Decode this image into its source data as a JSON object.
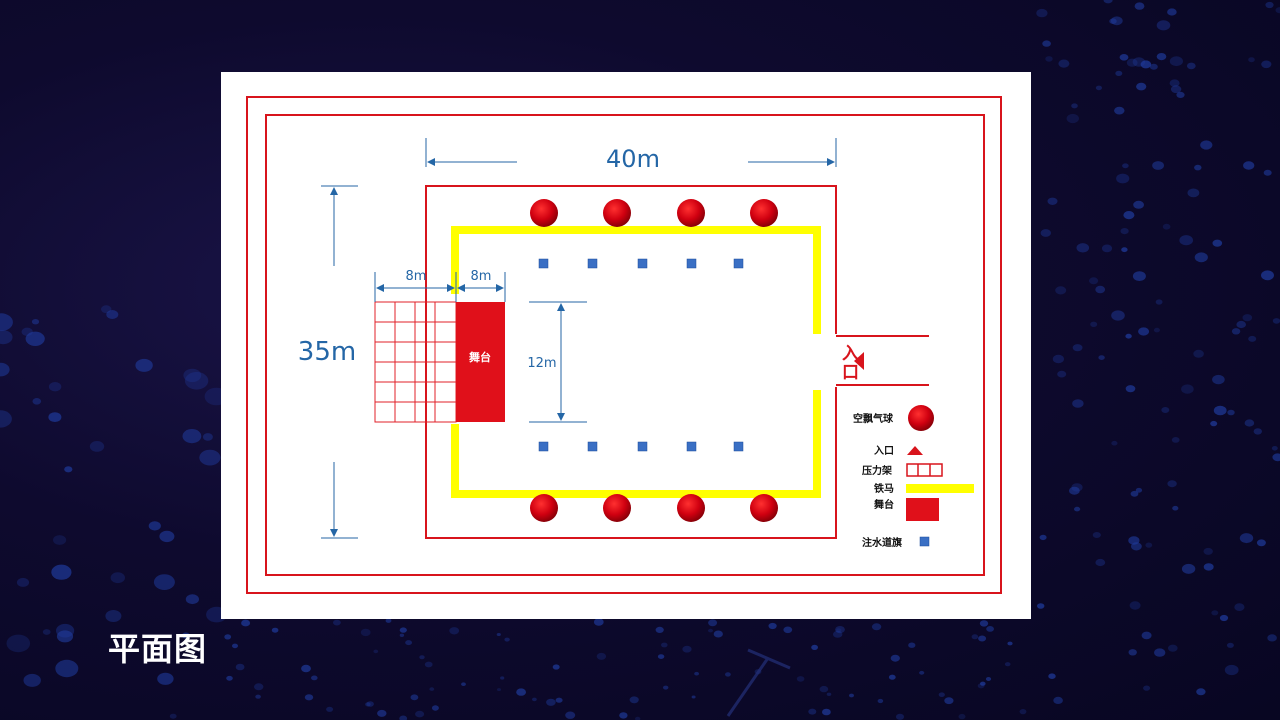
{
  "slide": {
    "title": "平面图"
  },
  "plan": {
    "dimensions": {
      "width": "40m",
      "height": "35m",
      "rack_width": "8m",
      "stage_width": "8m",
      "inner_gap": "12m"
    },
    "stage_label": "舞台",
    "entrance_label": "入口",
    "legend": [
      {
        "label": "空飘气球",
        "icon": "balloon-icon"
      },
      {
        "label": "入口",
        "icon": "entrance-triangle-icon"
      },
      {
        "label": "压力架",
        "icon": "pressure-rack-icon"
      },
      {
        "label": "铁马",
        "icon": "iron-barrier-icon"
      },
      {
        "label": "舞台",
        "icon": "stage-icon"
      },
      {
        "label": "注水道旗",
        "icon": "water-flag-icon"
      }
    ],
    "colors": {
      "border": "#d8141c",
      "barrier": "#ffff00",
      "stage": "#e0101a",
      "flag": "#3a6fc4",
      "dimension": "#2466a6"
    }
  }
}
